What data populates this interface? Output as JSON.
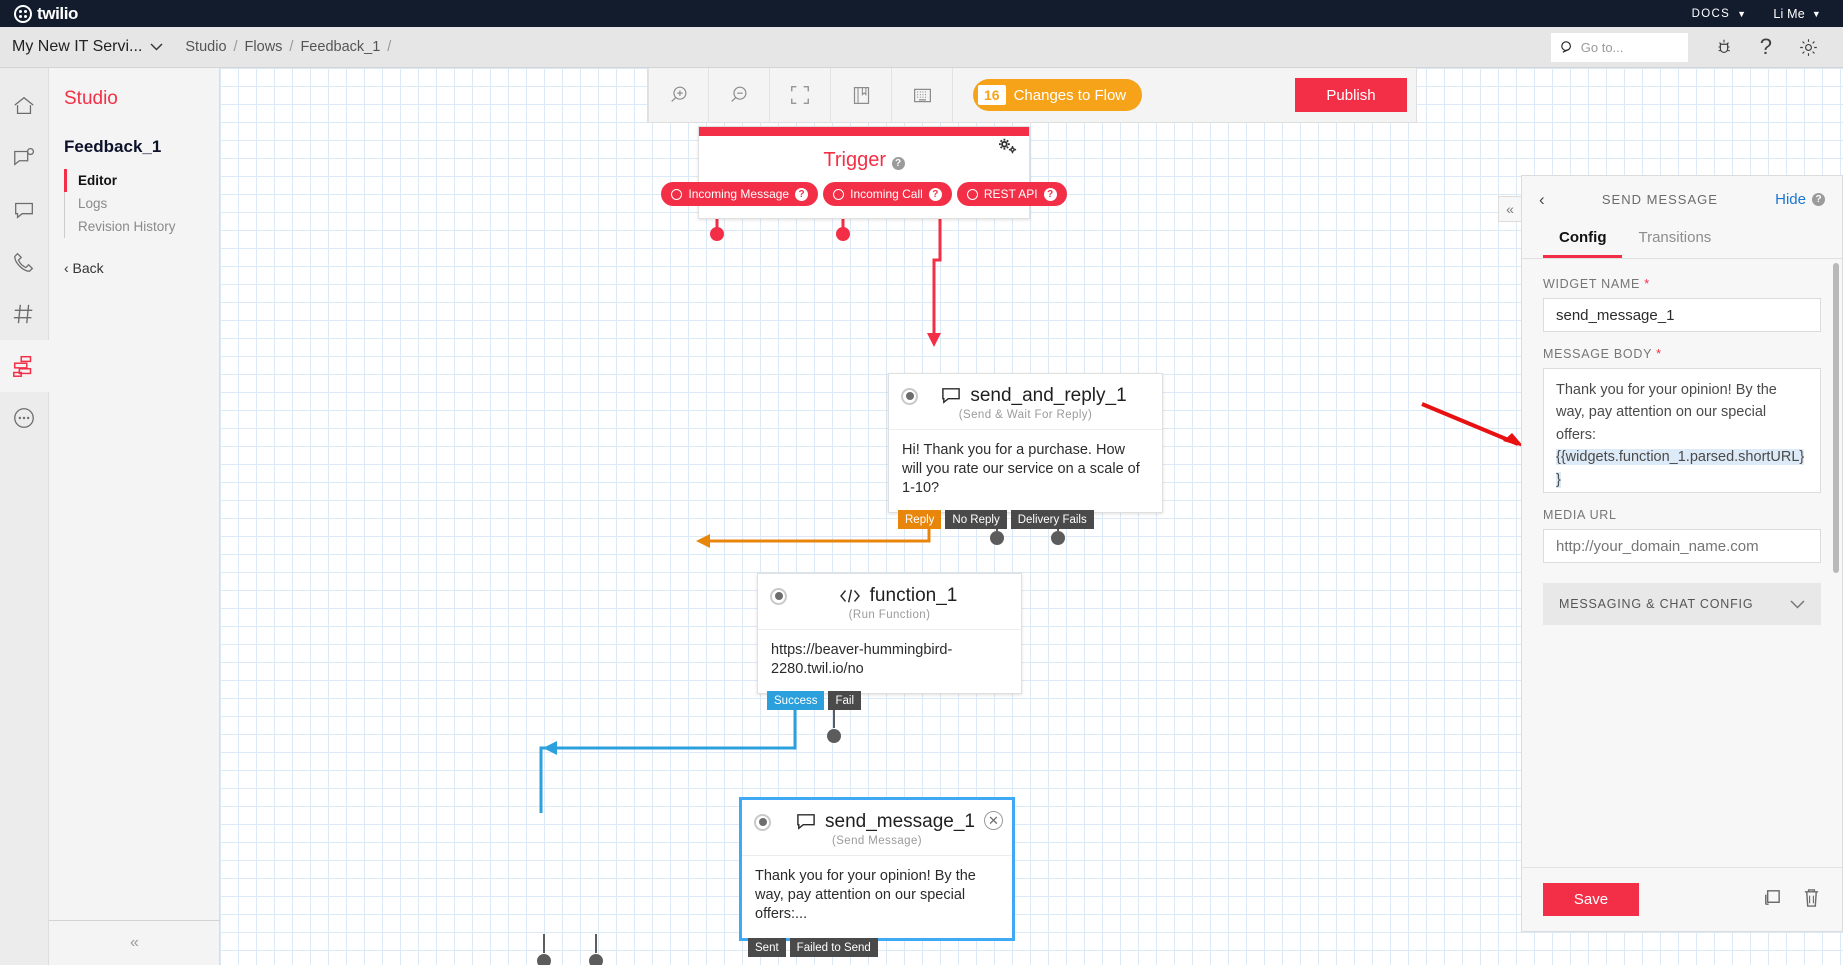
{
  "topbar": {
    "brand": "twilio",
    "docs_label": "DOCS",
    "user_label": "Li Me"
  },
  "breadcrumb": {
    "account": "My New IT Servi...",
    "items": [
      "Studio",
      "Flows",
      "Feedback_1"
    ],
    "sep": "/"
  },
  "search": {
    "placeholder": "Go to..."
  },
  "sidebar": {
    "studio_label": "Studio",
    "flow_name": "Feedback_1",
    "items": [
      {
        "label": "Editor",
        "active": true
      },
      {
        "label": "Logs",
        "active": false
      },
      {
        "label": "Revision History",
        "active": false
      }
    ],
    "back_label": "‹ Back",
    "collapse_icon": "chevron-double-left-icon"
  },
  "rail": {
    "items": [
      {
        "name": "home-icon",
        "active": false
      },
      {
        "name": "messaging-icon",
        "active": false
      },
      {
        "name": "chat-icon",
        "active": false
      },
      {
        "name": "voice-icon",
        "active": false
      },
      {
        "name": "phone-numbers-icon",
        "active": false
      },
      {
        "name": "studio-flows-icon",
        "active": true
      },
      {
        "name": "more-icon",
        "active": false
      }
    ]
  },
  "toolbar": {
    "buttons": [
      {
        "name": "zoom-in-icon"
      },
      {
        "name": "zoom-out-icon"
      },
      {
        "name": "fit-to-screen-icon"
      },
      {
        "name": "library-icon"
      },
      {
        "name": "grid-icon"
      }
    ],
    "changes_count": "16",
    "changes_label": "Changes to Flow",
    "publish_label": "Publish"
  },
  "flow": {
    "trigger": {
      "title": "Trigger",
      "help": "?",
      "gear": "gear-icon",
      "pills": [
        {
          "label": "Incoming Message",
          "help": "?"
        },
        {
          "label": "Incoming Call",
          "help": "?"
        },
        {
          "label": "REST API",
          "help": "?"
        }
      ]
    },
    "widgets": [
      {
        "id": "send_and_reply_1",
        "name": "send_and_reply_1",
        "type": "(Send & Wait For Reply)",
        "icon": "chat-bubble-icon",
        "body": "Hi! Thank you for a purchase. How will you rate our service on a scale of 1-10?",
        "pins": [
          {
            "label": "Reply",
            "color": "orange"
          },
          {
            "label": "No Reply",
            "color": "grey"
          },
          {
            "label": "Delivery Fails",
            "color": "grey"
          }
        ]
      },
      {
        "id": "function_1",
        "name": "function_1",
        "type": "(Run Function)",
        "icon": "code-icon",
        "body": "https://beaver-hummingbird-2280.twil.io/no",
        "pins": [
          {
            "label": "Success",
            "color": "blue"
          },
          {
            "label": "Fail",
            "color": "grey"
          }
        ]
      },
      {
        "id": "send_message_1",
        "name": "send_message_1",
        "type": "(Send Message)",
        "icon": "chat-bubble-icon",
        "body": "Thank you for your opinion! By the way, pay attention on our special offers:...",
        "selected": true,
        "pins": [
          {
            "label": "Sent",
            "color": "grey"
          },
          {
            "label": "Failed to Send",
            "color": "grey"
          }
        ]
      }
    ]
  },
  "panel": {
    "title": "SEND MESSAGE",
    "hide_label": "Hide",
    "back_icon": "chevron-left-icon",
    "collapse_icon": "chevron-double-left-icon",
    "tabs": [
      {
        "label": "Config",
        "active": true
      },
      {
        "label": "Transitions",
        "active": false
      }
    ],
    "widget_name_label": "WIDGET NAME",
    "widget_name_value": "send_message_1",
    "message_body_label": "MESSAGE BODY",
    "message_body_text": "Thank you for your opinion! By the way, pay attention on our special offers:",
    "message_body_liquid": "{{widgets.function_1.parsed.shortURL}}",
    "media_url_label": "MEDIA URL",
    "media_url_placeholder": "http://your_domain_name.com",
    "collapsible_label": "MESSAGING & CHAT CONFIG",
    "save_label": "Save",
    "foot_icons": [
      "duplicate-icon",
      "trash-icon"
    ]
  },
  "colors": {
    "brand_red": "#f22f46",
    "orange": "#f7a31a",
    "blue_selected": "#3fa9f5",
    "dark_nav": "#121c2d",
    "annotation_arrow": "#e81111"
  }
}
